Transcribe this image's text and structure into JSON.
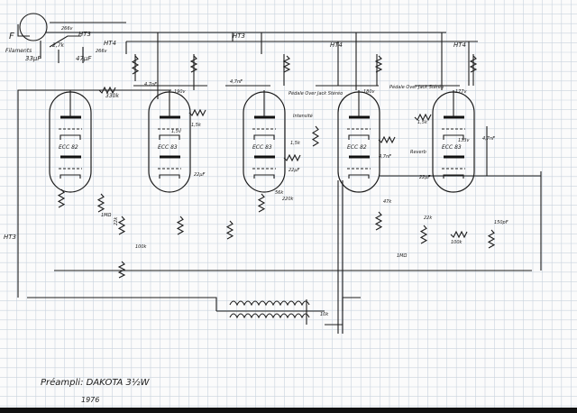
{
  "title": "Préampli: DAKOTA 3½W",
  "year": "1976",
  "tubes": [
    "ECC 82",
    "ECC 83",
    "ECC 83",
    "ECC 82",
    "ECC 83"
  ],
  "labels": {
    "filament_f": "F",
    "filaments": "Filaments",
    "cap_33": "33µF",
    "res_27k": "2,7k",
    "cap_47": "47µF",
    "ht3_top": "HT3",
    "ht4_top": "HT4",
    "ht3_mid": "HT3",
    "ht4_mid": "HT4",
    "ht4_right": "HT4",
    "ht3_left": "HT3",
    "v266_a": "266v",
    "v266_b": "266v",
    "r330k": "330k",
    "c47nf_a": "4,7nF",
    "c47nf_b": "4,7nF",
    "c47nf_c": "4,7nF",
    "c47nf_d": "4,7nF",
    "pedal_a": "Pédale Over\nJack Stéréo",
    "pedal_b": "Pédale Over\nJack Stéréo",
    "intensity": "Intensité",
    "reverb": "Reverb",
    "r15k_a": "1,5k",
    "r15k_b": "1,5k",
    "r15k_c": "1,5k",
    "c22uf_a": "22µF",
    "c22uf_b": "22µF",
    "c22uf_c": "22µF",
    "r1m": "1MΩ",
    "r1m_b": "1MΩ",
    "r22k_a": "22k",
    "r22k_b": "22k",
    "r100k_a": "100k",
    "r100k_b": "100k",
    "r47k": "47k",
    "r10k": "10k",
    "v190": "190v",
    "v180": "180v",
    "v177": "177v",
    "v1_5": "1,5v",
    "v133": "133v",
    "c150pf": "150pF",
    "r56k": "56k",
    "r220k": "220k"
  }
}
